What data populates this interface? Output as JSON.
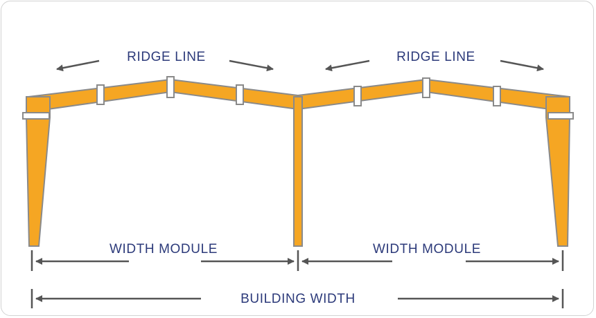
{
  "labels": {
    "ridge_line_left": "RIDGE LINE",
    "ridge_line_right": "RIDGE LINE",
    "width_module_left": "WIDTH MODULE",
    "width_module_right": "WIDTH MODULE",
    "building_width": "BUILDING WIDTH"
  },
  "colors": {
    "frame_fill": "#f5a623",
    "frame_outline": "#8a8a8a",
    "text": "#2c3a7a",
    "dimension_line": "#555555"
  }
}
